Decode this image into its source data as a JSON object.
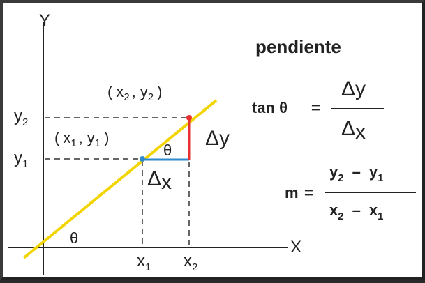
{
  "title": "pendiente",
  "axes": {
    "x_label": "X",
    "y_label": "Y"
  },
  "ticks": {
    "x1": {
      "base": "x",
      "sub": "1"
    },
    "x2": {
      "base": "x",
      "sub": "2"
    },
    "y1": {
      "base": "y",
      "sub": "1"
    },
    "y2": {
      "base": "y",
      "sub": "2"
    }
  },
  "points": {
    "p1": {
      "open": "(",
      "x": "x",
      "xs": "1",
      "comma": ",",
      "y": "y",
      "ys": "1",
      "close": ")"
    },
    "p2": {
      "open": "(",
      "x": "x",
      "xs": "2",
      "comma": ",",
      "y": "y",
      "ys": "2",
      "close": ")"
    }
  },
  "delta_y": {
    "delta": "Δ",
    "var": "y"
  },
  "delta_x": {
    "delta": "Δ",
    "var": "x"
  },
  "theta": "θ",
  "formula_tan": {
    "lhs": "tan θ",
    "equals": "=",
    "num": {
      "delta": "Δ",
      "var": "y"
    },
    "den": {
      "delta": "Δ",
      "var": "x"
    }
  },
  "formula_m": {
    "lhs": "m",
    "equals": "=",
    "num": {
      "a": "y",
      "as": "2",
      "op": "–",
      "b": "y",
      "bs": "1"
    },
    "den": {
      "a": "x",
      "as": "2",
      "op": "–",
      "b": "x",
      "bs": "1"
    }
  },
  "colors": {
    "line": "#f2d400",
    "rise": "#e83030",
    "run": "#2e8bd0",
    "axis": "#222222",
    "dashes": "#333333"
  }
}
